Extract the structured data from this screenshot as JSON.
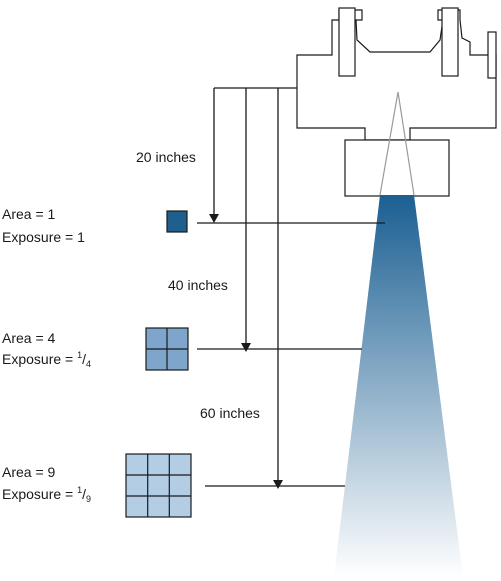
{
  "distances": {
    "d20": "20 inches",
    "d40": "40 inches",
    "d60": "60 inches"
  },
  "planes": [
    {
      "area": "Area = 1",
      "exposure_prefix": "Exposure = ",
      "exposure_value": "1",
      "grid": 1
    },
    {
      "area": "Area = 4",
      "exposure_prefix": "Exposure = ",
      "exposure_num": "1",
      "exposure_den": "4",
      "grid": 2
    },
    {
      "area": "Area = 9",
      "exposure_prefix": "Exposure = ",
      "exposure_num": "1",
      "exposure_den": "9",
      "grid": 3
    }
  ],
  "colors": {
    "beam_top": "#1b5f92",
    "beam_bottom": "#ffffff",
    "square_1": "#1e5f8e",
    "square_4": "#7ea6cc",
    "square_9": "#b3cde5",
    "line": "#1a1a1a"
  }
}
